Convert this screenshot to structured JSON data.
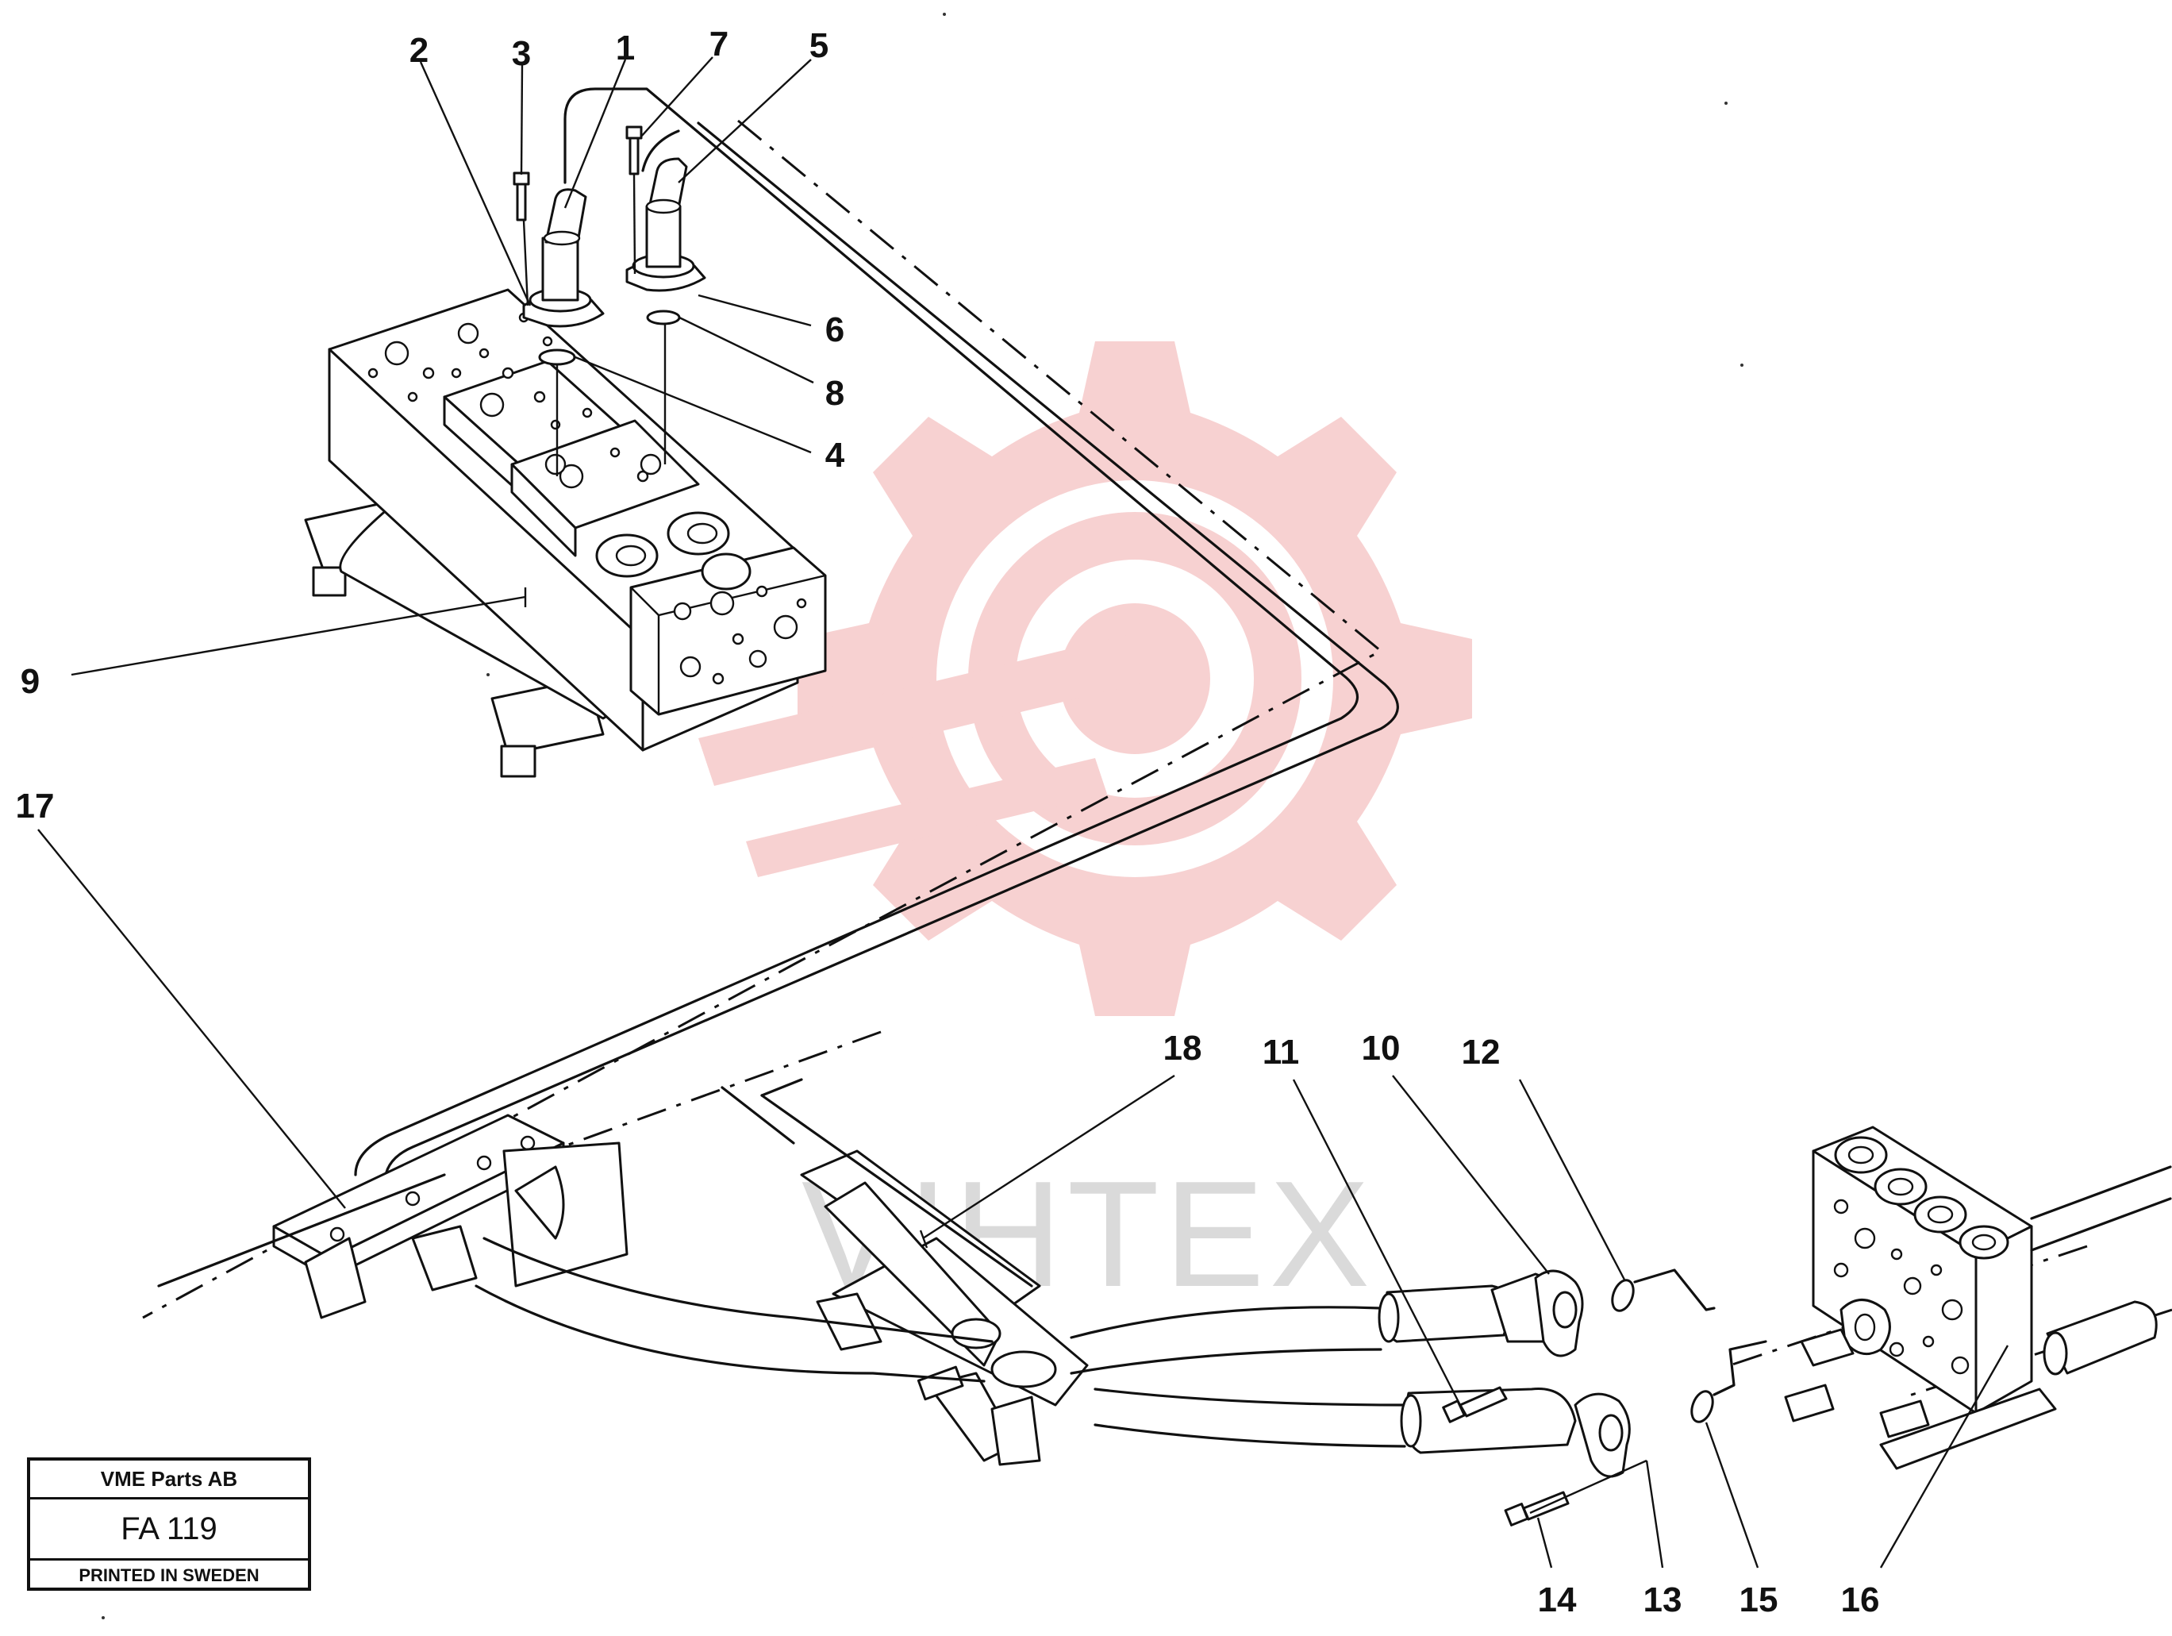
{
  "labels": [
    "1",
    "2",
    "3",
    "4",
    "5",
    "6",
    "7",
    "8",
    "9",
    "10",
    "11",
    "12",
    "13",
    "14",
    "15",
    "16",
    "17",
    "18"
  ],
  "title_block": {
    "company": "VME Parts AB",
    "code": "FA 119",
    "footer": "PRINTED IN SWEDEN"
  },
  "watermark": {
    "text": "VIHTEX",
    "gear_color": "#f6c9c9",
    "text_color": "#bdbdbd"
  },
  "colors": {
    "line": "#111111",
    "background": "#ffffff"
  }
}
